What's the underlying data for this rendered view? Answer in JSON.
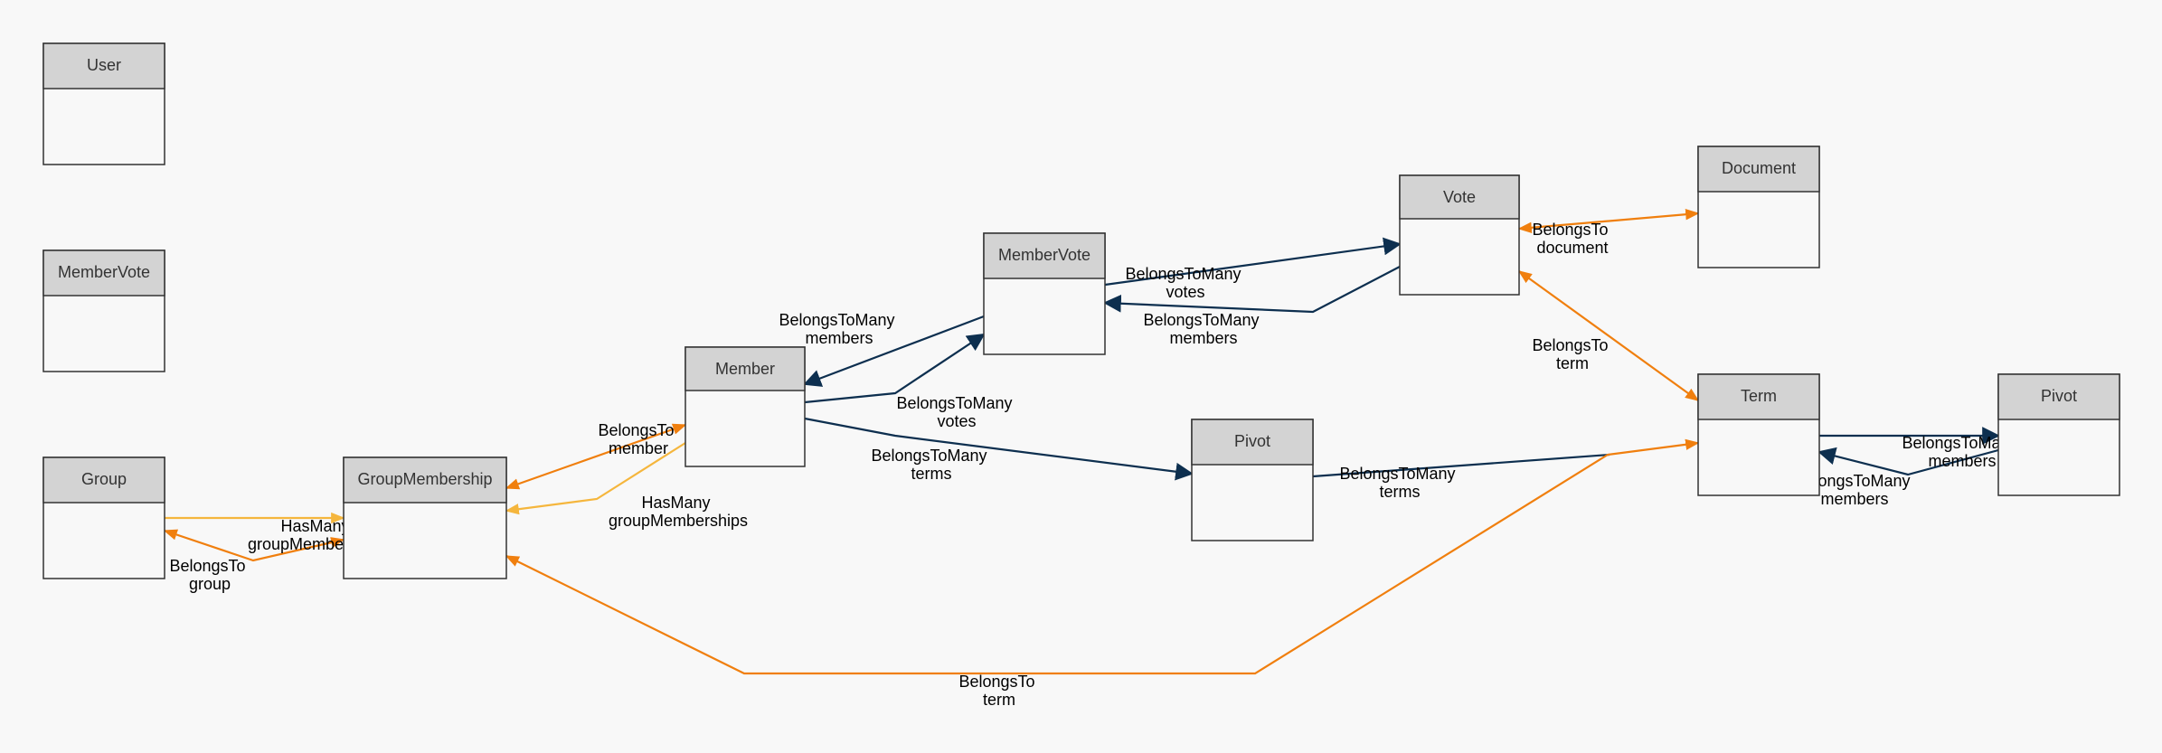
{
  "diagram": {
    "colors": {
      "background": "#f8f8f8",
      "node_header": "#d3d3d3",
      "node_body": "#f8f8f8",
      "node_border": "#333333",
      "belongs_to_many": "#0d2f4f",
      "belongs_to": "#f07f0e",
      "has_many": "#f5b63d"
    },
    "nodes": {
      "user": "User",
      "member_vote_standalone": "MemberVote",
      "group": "Group",
      "group_membership": "GroupMembership",
      "member": "Member",
      "member_vote": "MemberVote",
      "vote": "Vote",
      "document": "Document",
      "pivot_middle": "Pivot",
      "term": "Term",
      "pivot_right": "Pivot"
    },
    "edges": {
      "member_to_membervote_votes": [
        "BelongsToMany",
        "votes"
      ],
      "membervote_to_member_members": [
        "BelongsToMany",
        "members"
      ],
      "membervote_to_vote_votes": [
        "BelongsToMany",
        "votes"
      ],
      "vote_to_membervote_members": [
        "BelongsToMany",
        "members"
      ],
      "vote_to_document": [
        "BelongsTo",
        "document"
      ],
      "vote_to_term": [
        "BelongsTo",
        "term"
      ],
      "member_to_pivot_terms": [
        "BelongsToMany",
        "terms"
      ],
      "pivot_to_term_terms": [
        "BelongsToMany",
        "terms"
      ],
      "term_to_pivot_members": [
        "BelongsToMany",
        "members"
      ],
      "pivot_to_term_members": [
        "BelongsToMany",
        "members"
      ],
      "groupmembership_to_member": [
        "BelongsTo",
        "member"
      ],
      "member_to_groupmembership": [
        "HasMany",
        "groupMemberships"
      ],
      "group_to_groupmembership": [
        "HasMany",
        "groupMemberships"
      ],
      "groupmembership_to_group": [
        "BelongsTo",
        "group"
      ],
      "groupmembership_to_term": [
        "BelongsTo",
        "term"
      ]
    }
  }
}
